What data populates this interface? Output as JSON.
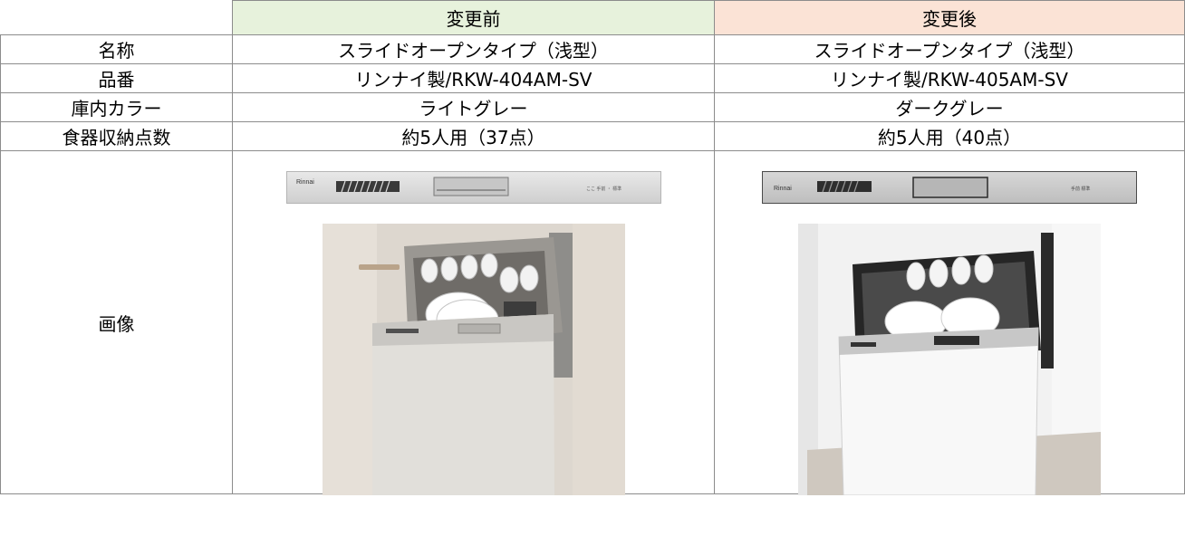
{
  "header": {
    "before": "変更前",
    "after": "変更後"
  },
  "rows": [
    {
      "label": "名称",
      "before": "スライドオープンタイプ（浅型）",
      "after": "スライドオープンタイプ（浅型）"
    },
    {
      "label": "品番",
      "before": "リンナイ製/RKW-404AM-SV",
      "after": "リンナイ製/RKW-405AM-SV"
    },
    {
      "label": "庫内カラー",
      "before": "ライトグレー",
      "after": "ダークグレー"
    },
    {
      "label": "食器収納点数",
      "before": "約5人用（37点）",
      "after": "約5人用（40点）"
    }
  ],
  "image_row": {
    "label": "画像",
    "before": {
      "brand": "Rinnai",
      "control_text": "ここ 手前 ・ 標準"
    },
    "after": {
      "brand": "Rinnai",
      "control_text": "手前  標準"
    }
  }
}
